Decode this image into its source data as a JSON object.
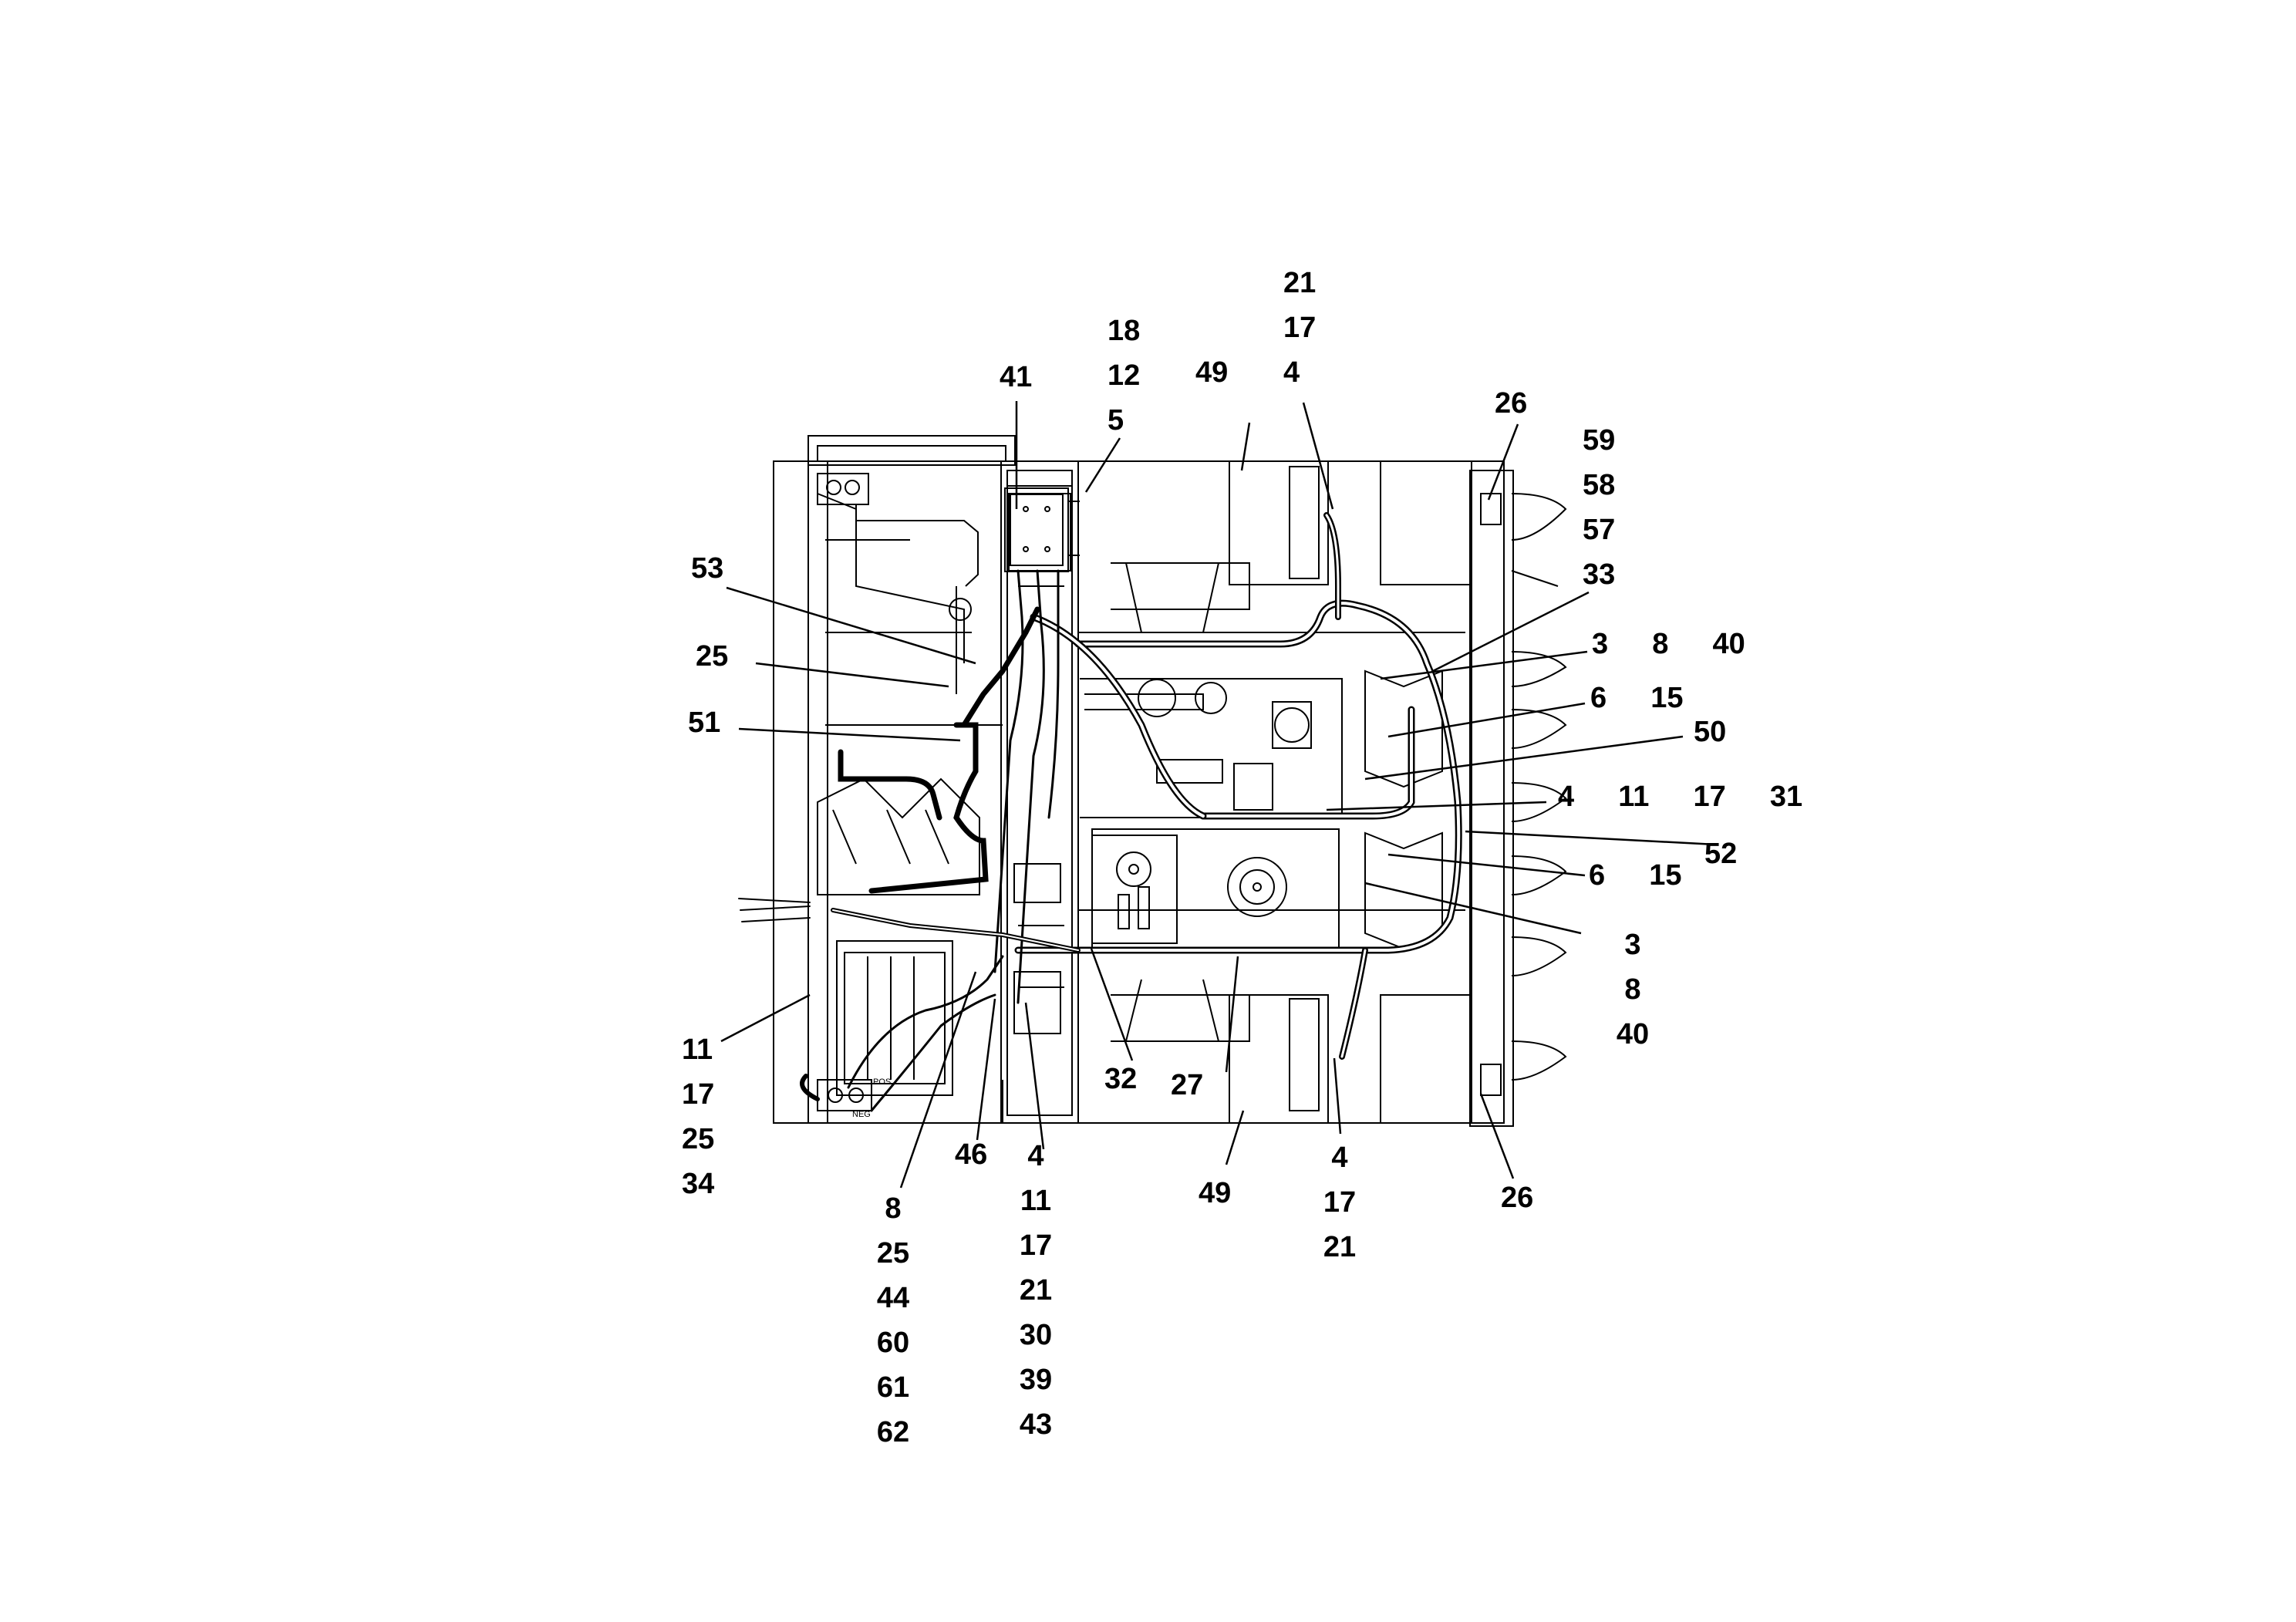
{
  "callouts": {
    "c_21_17_4_top": "21\n17\n4",
    "c_18_12_5": "18\n12\n5",
    "c_41": "41",
    "c_49_top": "49",
    "c_26_top": "26",
    "c_59_58_57_33": "59\n58\n57\n33",
    "c_3_8_40_top": "3  8  40",
    "c_6_15_top": "6  15",
    "c_50": "50",
    "c_4_11_17_31": "4  11  17  31",
    "c_52": "52",
    "c_6_15_bottom": "6  15",
    "c_3_8_40_bottom": "3\n8\n40",
    "c_53": "53",
    "c_25_left": "25",
    "c_51": "51",
    "c_11_17_25_34": "11\n17\n25\n34",
    "c_8_25_44_60_61_62": "8\n25\n44\n60\n61\n62",
    "c_46": "46",
    "c_4_11_17_21_30_39_43": "4\n11\n17\n21\n30\n39\n43",
    "c_32": "32",
    "c_27": "27",
    "c_49_bottom": "49",
    "c_4_17_21_bottom": "4\n17\n21",
    "c_26_bottom": "26"
  },
  "labels": {
    "pos": "POS",
    "neg": "NEG"
  }
}
